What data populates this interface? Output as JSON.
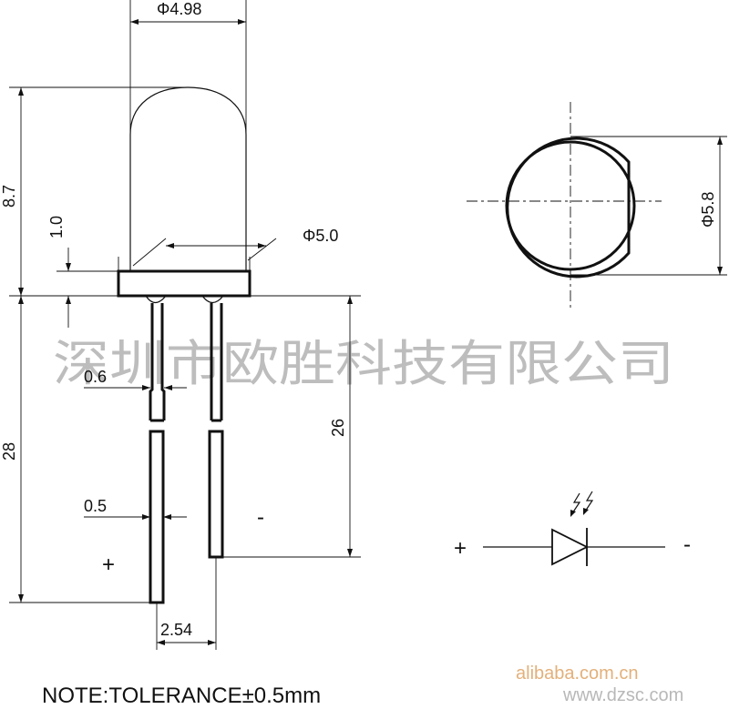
{
  "dimensions": {
    "lens_diameter": "Φ4.98",
    "total_height": "8.7",
    "flange_height": "1.0",
    "flange_diameter": "Φ5.0",
    "top_view_diameter": "Φ5.8",
    "lead_width_top": "0.6",
    "lead_width_bottom": "0.5",
    "lead_length_long": "28",
    "lead_length_short": "26",
    "lead_spacing": "2.54"
  },
  "polarity": {
    "lead_plus": "+",
    "lead_minus": "-",
    "symbol_plus": "+",
    "symbol_minus": "-"
  },
  "note": "NOTE:TOLERANCE±0.5mm",
  "watermarks": {
    "company": "深圳市欧胜科技有限公司",
    "alibaba": "alibaba.com.cn",
    "dzsc": "www.dzsc.com"
  }
}
